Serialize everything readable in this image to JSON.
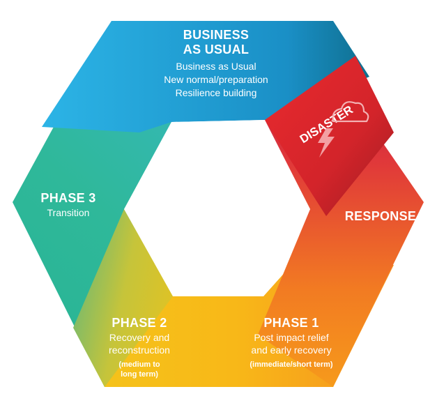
{
  "business_as_usual": {
    "title_line1": "BUSINESS",
    "title_line2": "AS USUAL",
    "items": [
      "Business as Usual",
      "New normal/preparation",
      "Resilience building"
    ],
    "color": "#1fa6dd"
  },
  "disaster": {
    "label": "DISASTER",
    "icon": "storm-cloud-lightning-icon",
    "color": "#d8232a"
  },
  "response": {
    "label": "RESPONSE",
    "color": "#e8443a"
  },
  "phase1": {
    "title": "PHASE  1",
    "line1": "Post  impact  relief",
    "line2": "and  early  recovery",
    "note": "(immediate/short term)",
    "color": "#f7a21b"
  },
  "phase2": {
    "title": "PHASE  2",
    "line1": "Recovery and",
    "line2": "reconstruction",
    "note_line1": "(medium to",
    "note_line2": "long term)",
    "color": "#c6c43a"
  },
  "phase3": {
    "title": "PHASE  3",
    "line1": "Transition",
    "color": "#2fb89a"
  }
}
